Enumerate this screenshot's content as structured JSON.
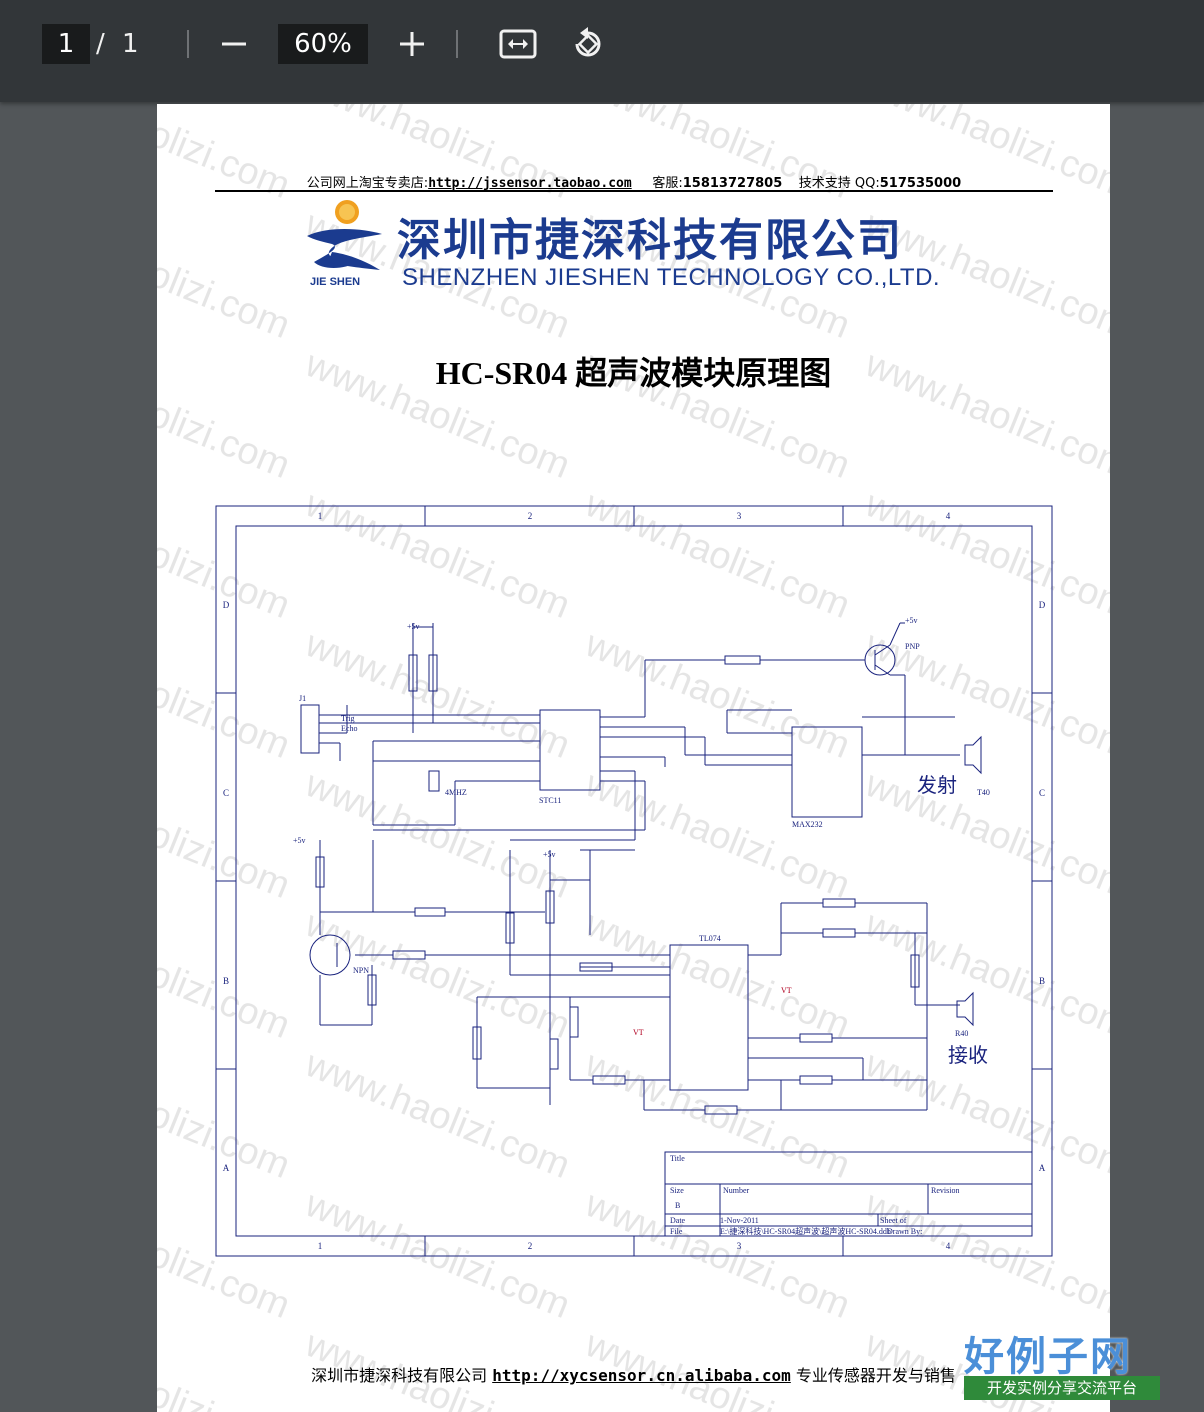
{
  "toolbar": {
    "current_page": "1",
    "page_separator": "/",
    "total_pages": "1",
    "zoom_level": "60%",
    "icons": [
      "minus-icon",
      "plus-icon",
      "fit-to-width-icon",
      "rotate-icon"
    ]
  },
  "document": {
    "header": {
      "shop_label": "公司网上淘宝专卖店:",
      "shop_url": "http://jssensor.taobao.com",
      "service_label": "客服:",
      "service_phone": "15813727805",
      "support_label": "技术支持 QQ:",
      "support_qq": "517535000"
    },
    "logo": {
      "company_cn": "深圳市捷深科技有限公司",
      "company_en": "SHENZHEN JIESHEN TECHNOLOGY CO.,LTD.",
      "brand_mark": "JIE SHEN"
    },
    "title": "HC-SR04 超声波模块原理图",
    "watermark": "www.haolizi.com",
    "schematic": {
      "columns": [
        "1",
        "2",
        "3",
        "4"
      ],
      "rows": [
        "D",
        "C",
        "B",
        "A"
      ],
      "labels": {
        "trig": "Trig",
        "echo": "Echo",
        "transmit": "发射",
        "receive": "接收",
        "mcu": "STC11",
        "driver": "MAX232",
        "opamp": "TL074",
        "pnp": "PNP",
        "npn": "NPN",
        "crystal": "4MHZ",
        "t40": "T40",
        "r40": "R40",
        "vcc": "+5v",
        "vt": "VT",
        "j1": "J1"
      },
      "title_block": {
        "title_label": "Title",
        "size_label": "Size",
        "size_value": "B",
        "number_label": "Number",
        "revision_label": "Revision",
        "date_label": "Date",
        "date_value": "1-Nov-2011",
        "file_label": "File",
        "file_value": "E:\\捷深科技\\HC-SR04超声波\\超声波HC-SR04.ddb",
        "sheet_label": "Sheet of",
        "drawn_label": "Drawn By:"
      }
    },
    "footer": {
      "company": "深圳市捷深科技有限公司",
      "url": "http://xycsensor.cn.alibaba.com",
      "slogan": "专业传感器开发与销售"
    }
  },
  "brand_badge": {
    "name": "好例子网",
    "tagline": "开发实例分享交流平台"
  },
  "colors": {
    "toolbar_bg": "#323639",
    "viewer_bg": "#525659",
    "logo_blue": "#1b3b8f",
    "line_blue": "#1a237e",
    "badge_green": "#2f8a3a"
  }
}
